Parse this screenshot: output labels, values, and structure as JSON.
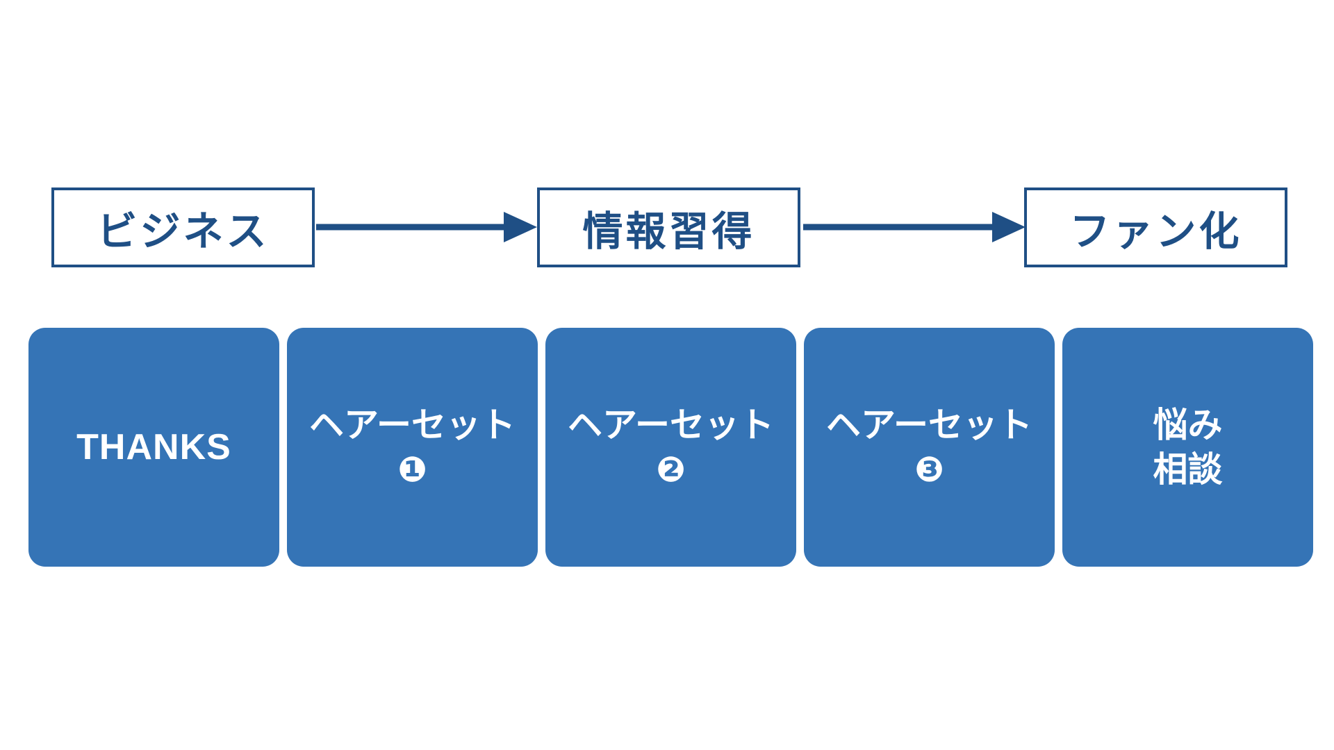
{
  "stages": [
    {
      "label": "ビジネス"
    },
    {
      "label": "情報習得"
    },
    {
      "label": "ファン化"
    }
  ],
  "cards": [
    {
      "line1": "THANKS",
      "line2": ""
    },
    {
      "line1": "ヘアーセット",
      "line2": "❶"
    },
    {
      "line1": "ヘアーセット",
      "line2": "❷"
    },
    {
      "line1": "ヘアーセット",
      "line2": "❸"
    },
    {
      "line1": "悩み",
      "line2": "相談"
    }
  ],
  "colors": {
    "stage_border": "#1f4f85",
    "stage_text": "#1f4f85",
    "arrow": "#1f4f85",
    "card_fill": "#3574b6",
    "card_text": "#ffffff",
    "background": "#ffffff"
  }
}
